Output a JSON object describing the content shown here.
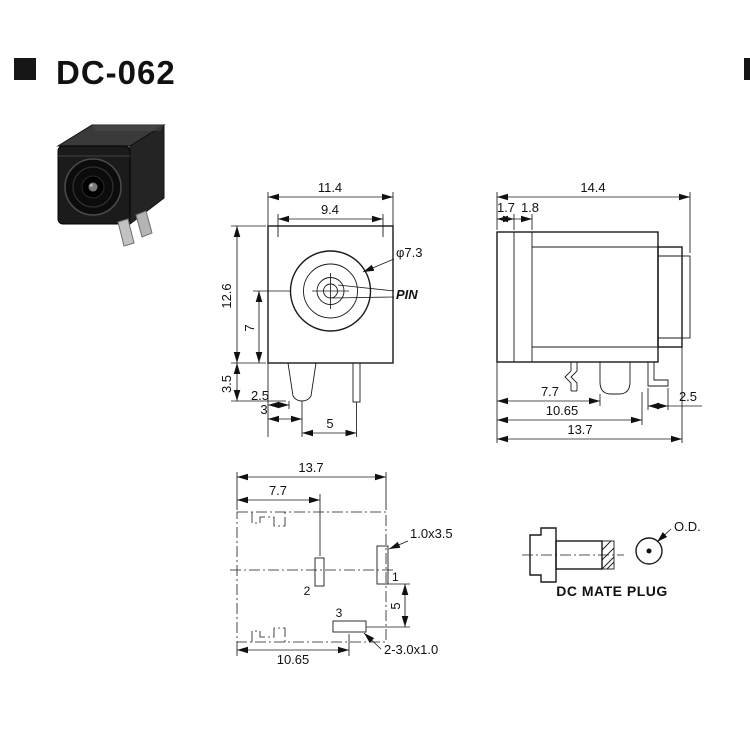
{
  "header": {
    "title": "DC-062"
  },
  "views": {
    "front": {
      "dims": {
        "overall_width": "11.4",
        "inner_width": "9.4",
        "overall_height": "12.6",
        "center_height": "7",
        "pin_length": "3.5",
        "pin_offset_a": "2.5",
        "pin_offset_b": "3",
        "pin_pitch": "5"
      },
      "labels": {
        "barrel_diameter": "φ7.3",
        "pin": "PIN"
      }
    },
    "side": {
      "dims": {
        "overall_depth": "14.4",
        "flange_a": "1.7",
        "flange_b": "1.8",
        "pin_a": "7.7",
        "pin_b": "10.65",
        "body_depth": "13.7",
        "terminal": "2.5"
      }
    },
    "bottom": {
      "dims": {
        "overall": "13.7",
        "pad2_offset": "7.7",
        "pad_pitch": "5",
        "pad3_offset": "10.65"
      },
      "labels": {
        "slot1_size": "1.0x3.5",
        "slot3_size": "2-3.0x1.0",
        "pad1": "1",
        "pad2": "2",
        "pad3": "3"
      }
    },
    "plug": {
      "od_label": "O.D.",
      "caption": "DC MATE PLUG"
    }
  }
}
